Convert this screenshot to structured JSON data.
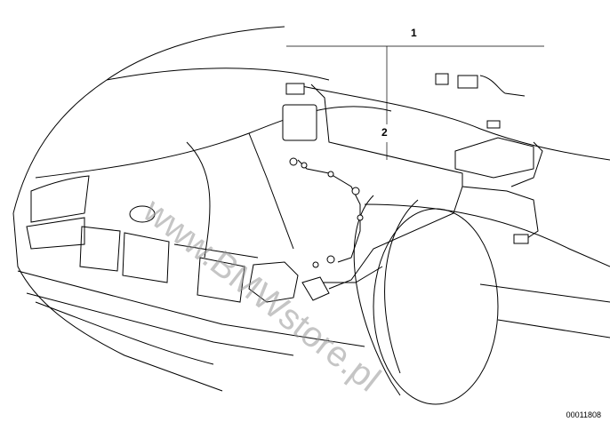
{
  "diagram": {
    "callouts": [
      {
        "number": "1"
      },
      {
        "number": "2"
      }
    ],
    "reference_number": "00011808",
    "watermark": "www.BMWstore.pl",
    "colors": {
      "line": "#000000",
      "watermark": "#969696"
    }
  }
}
